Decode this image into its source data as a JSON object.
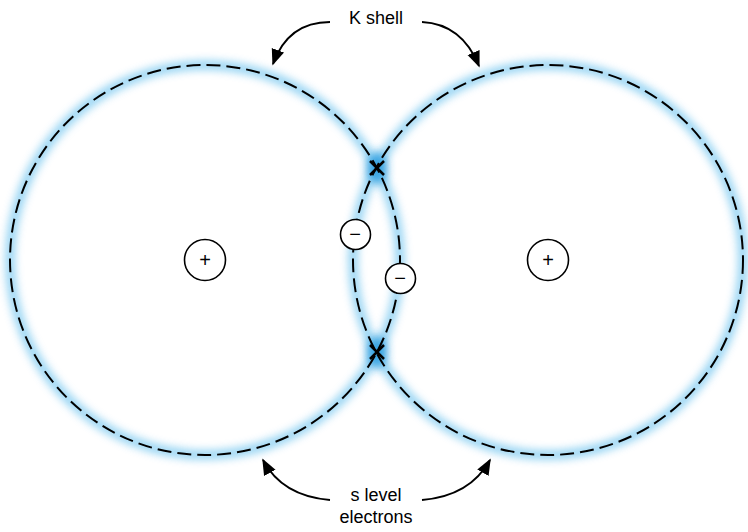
{
  "diagram": {
    "nodes": [
      {
        "text": [
          "+"
        ]
      },
      {
        "text": [
          "−"
        ]
      },
      {
        "text": [
          "−"
        ]
      },
      {
        "text": [
          "+"
        ]
      }
    ],
    "labels": [
      "K shell",
      "s level electrons"
    ]
  }
}
